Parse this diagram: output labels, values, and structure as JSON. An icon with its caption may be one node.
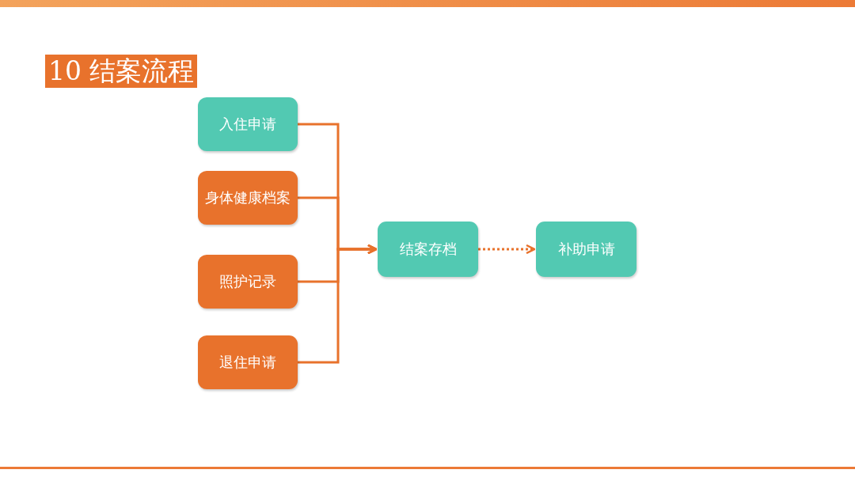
{
  "diagram": {
    "title": "10 结案流程",
    "nodes": [
      {
        "text": [
          "入住申请"
        ]
      },
      {
        "text": [
          "身体健康档案"
        ]
      },
      {
        "text": [
          "照护记录"
        ]
      },
      {
        "text": [
          "退住申请"
        ]
      },
      {
        "text": [
          "结案存档"
        ]
      },
      {
        "text": [
          "补助申请"
        ]
      }
    ],
    "edges": [
      {
        "from": 0,
        "to": 4,
        "arrow": "to"
      },
      {
        "from": 1,
        "to": 4,
        "arrow": "to"
      },
      {
        "from": 2,
        "to": 4,
        "arrow": "to"
      },
      {
        "from": 3,
        "to": 4,
        "arrow": "to"
      },
      {
        "from": 4,
        "to": 5,
        "arrow": "to",
        "style": "dashed"
      }
    ]
  }
}
